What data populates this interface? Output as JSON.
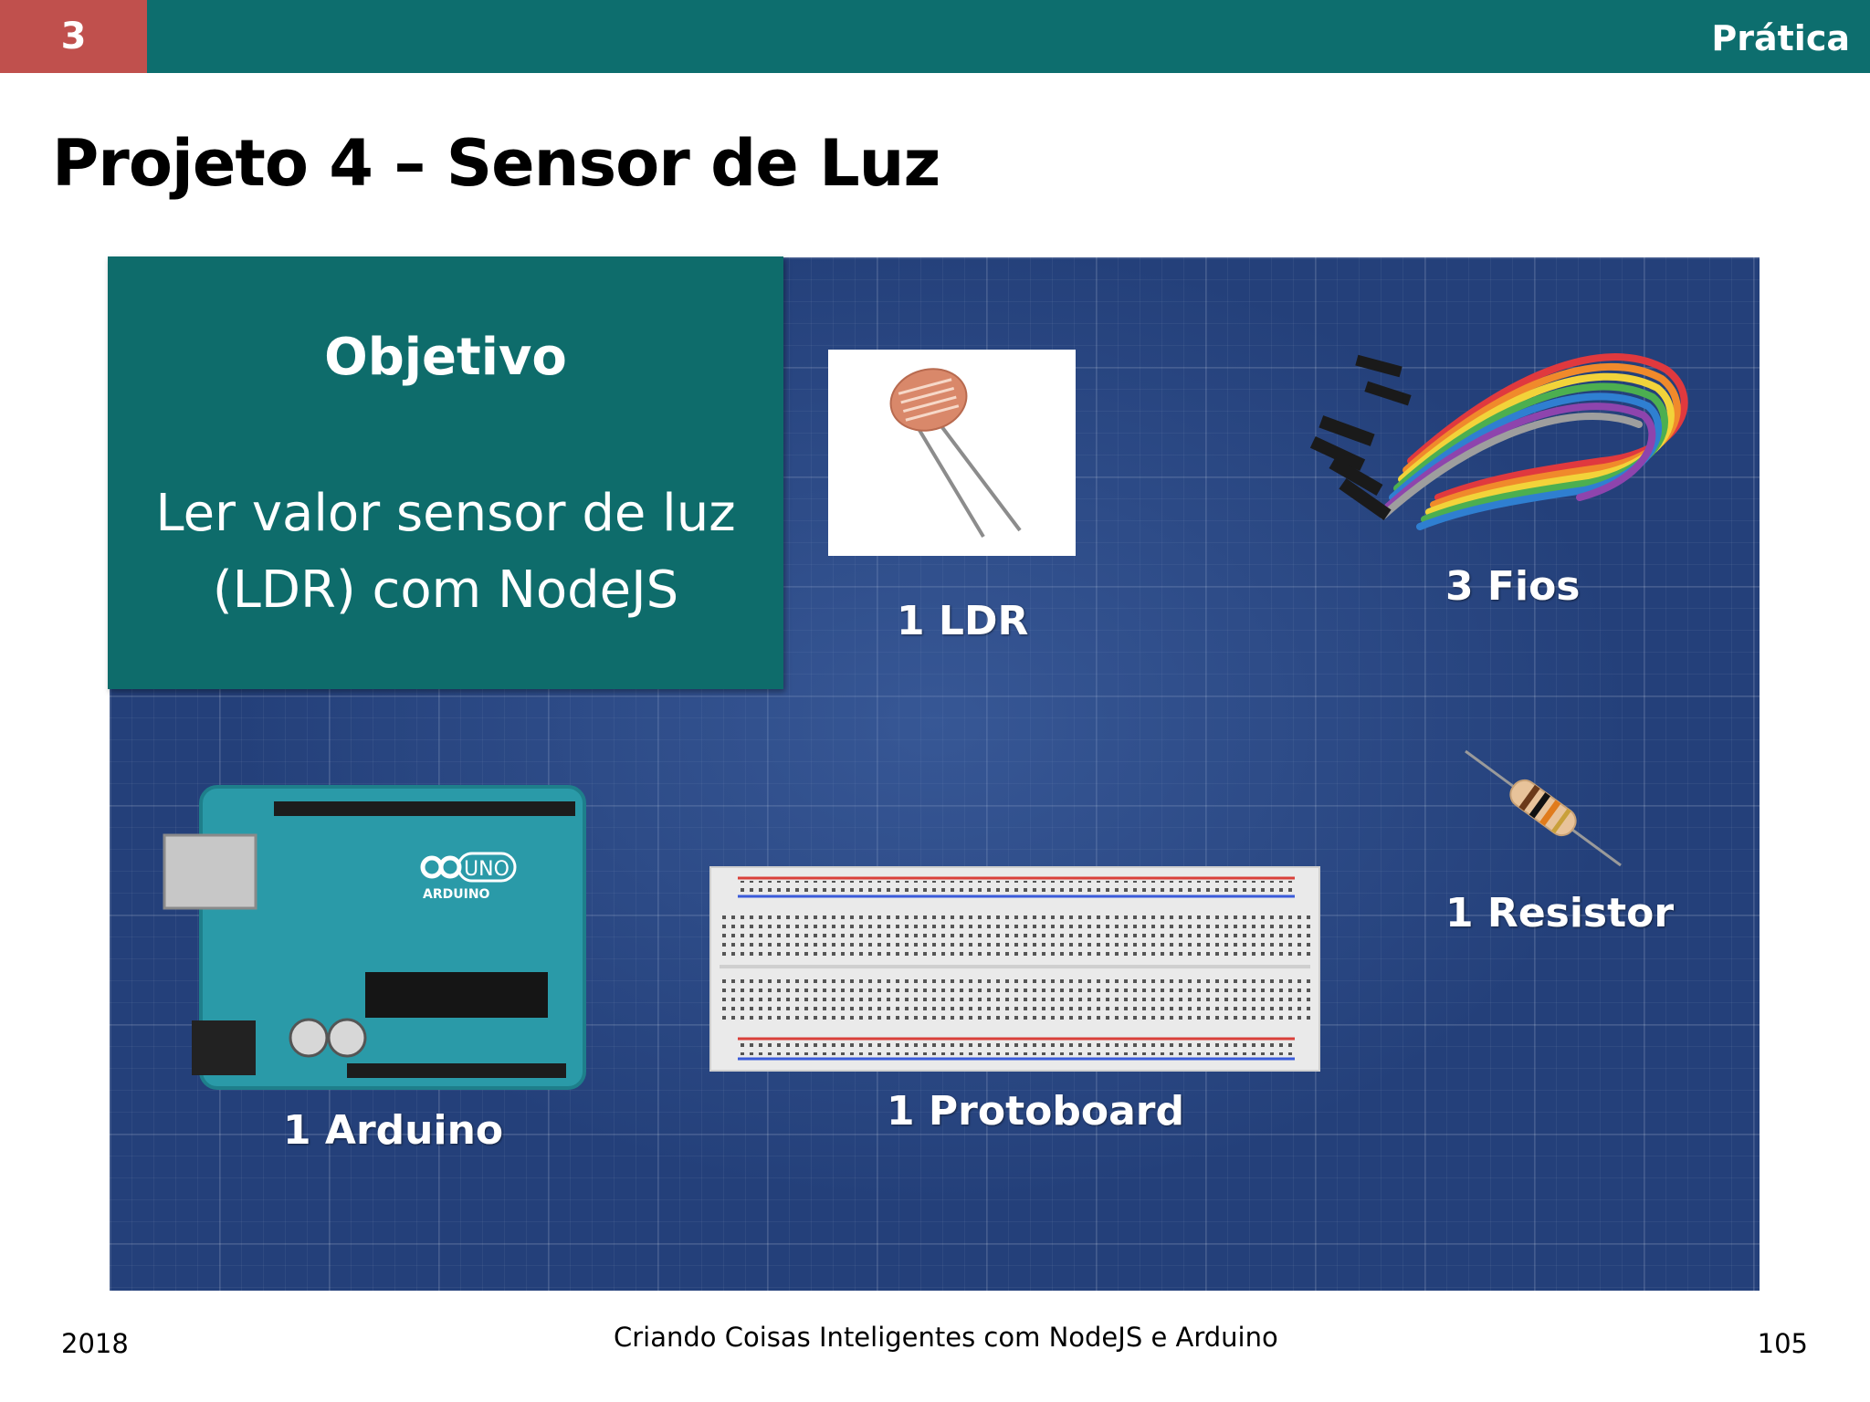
{
  "header": {
    "section_number": "3",
    "section_name": "Prática"
  },
  "slide": {
    "title": "Projeto 4 – Sensor de Luz",
    "objective": {
      "heading": "Objetivo",
      "line1": "Ler valor sensor de luz",
      "line2": "(LDR) com NodeJS"
    },
    "components": [
      {
        "label": "1 LDR",
        "icon": "ldr-photo-icon"
      },
      {
        "label": "3 Fios",
        "icon": "jumper-wires-icon"
      },
      {
        "label": "1 Arduino",
        "icon": "arduino-board-icon"
      },
      {
        "label": "1 Protoboard",
        "icon": "breadboard-icon"
      },
      {
        "label": "1 Resistor",
        "icon": "resistor-icon"
      }
    ],
    "arduino_text": {
      "brand": "ARDUINO",
      "model": "UNO"
    }
  },
  "footer": {
    "year": "2018",
    "course_title": "Criando Coisas Inteligentes com NodeJS e Arduino",
    "page_number": "105"
  },
  "colors": {
    "header_bar": "#0d6e6e",
    "section_badge": "#c0504d",
    "board_background": "#24407a",
    "objective_box": "#0e6c6b"
  }
}
